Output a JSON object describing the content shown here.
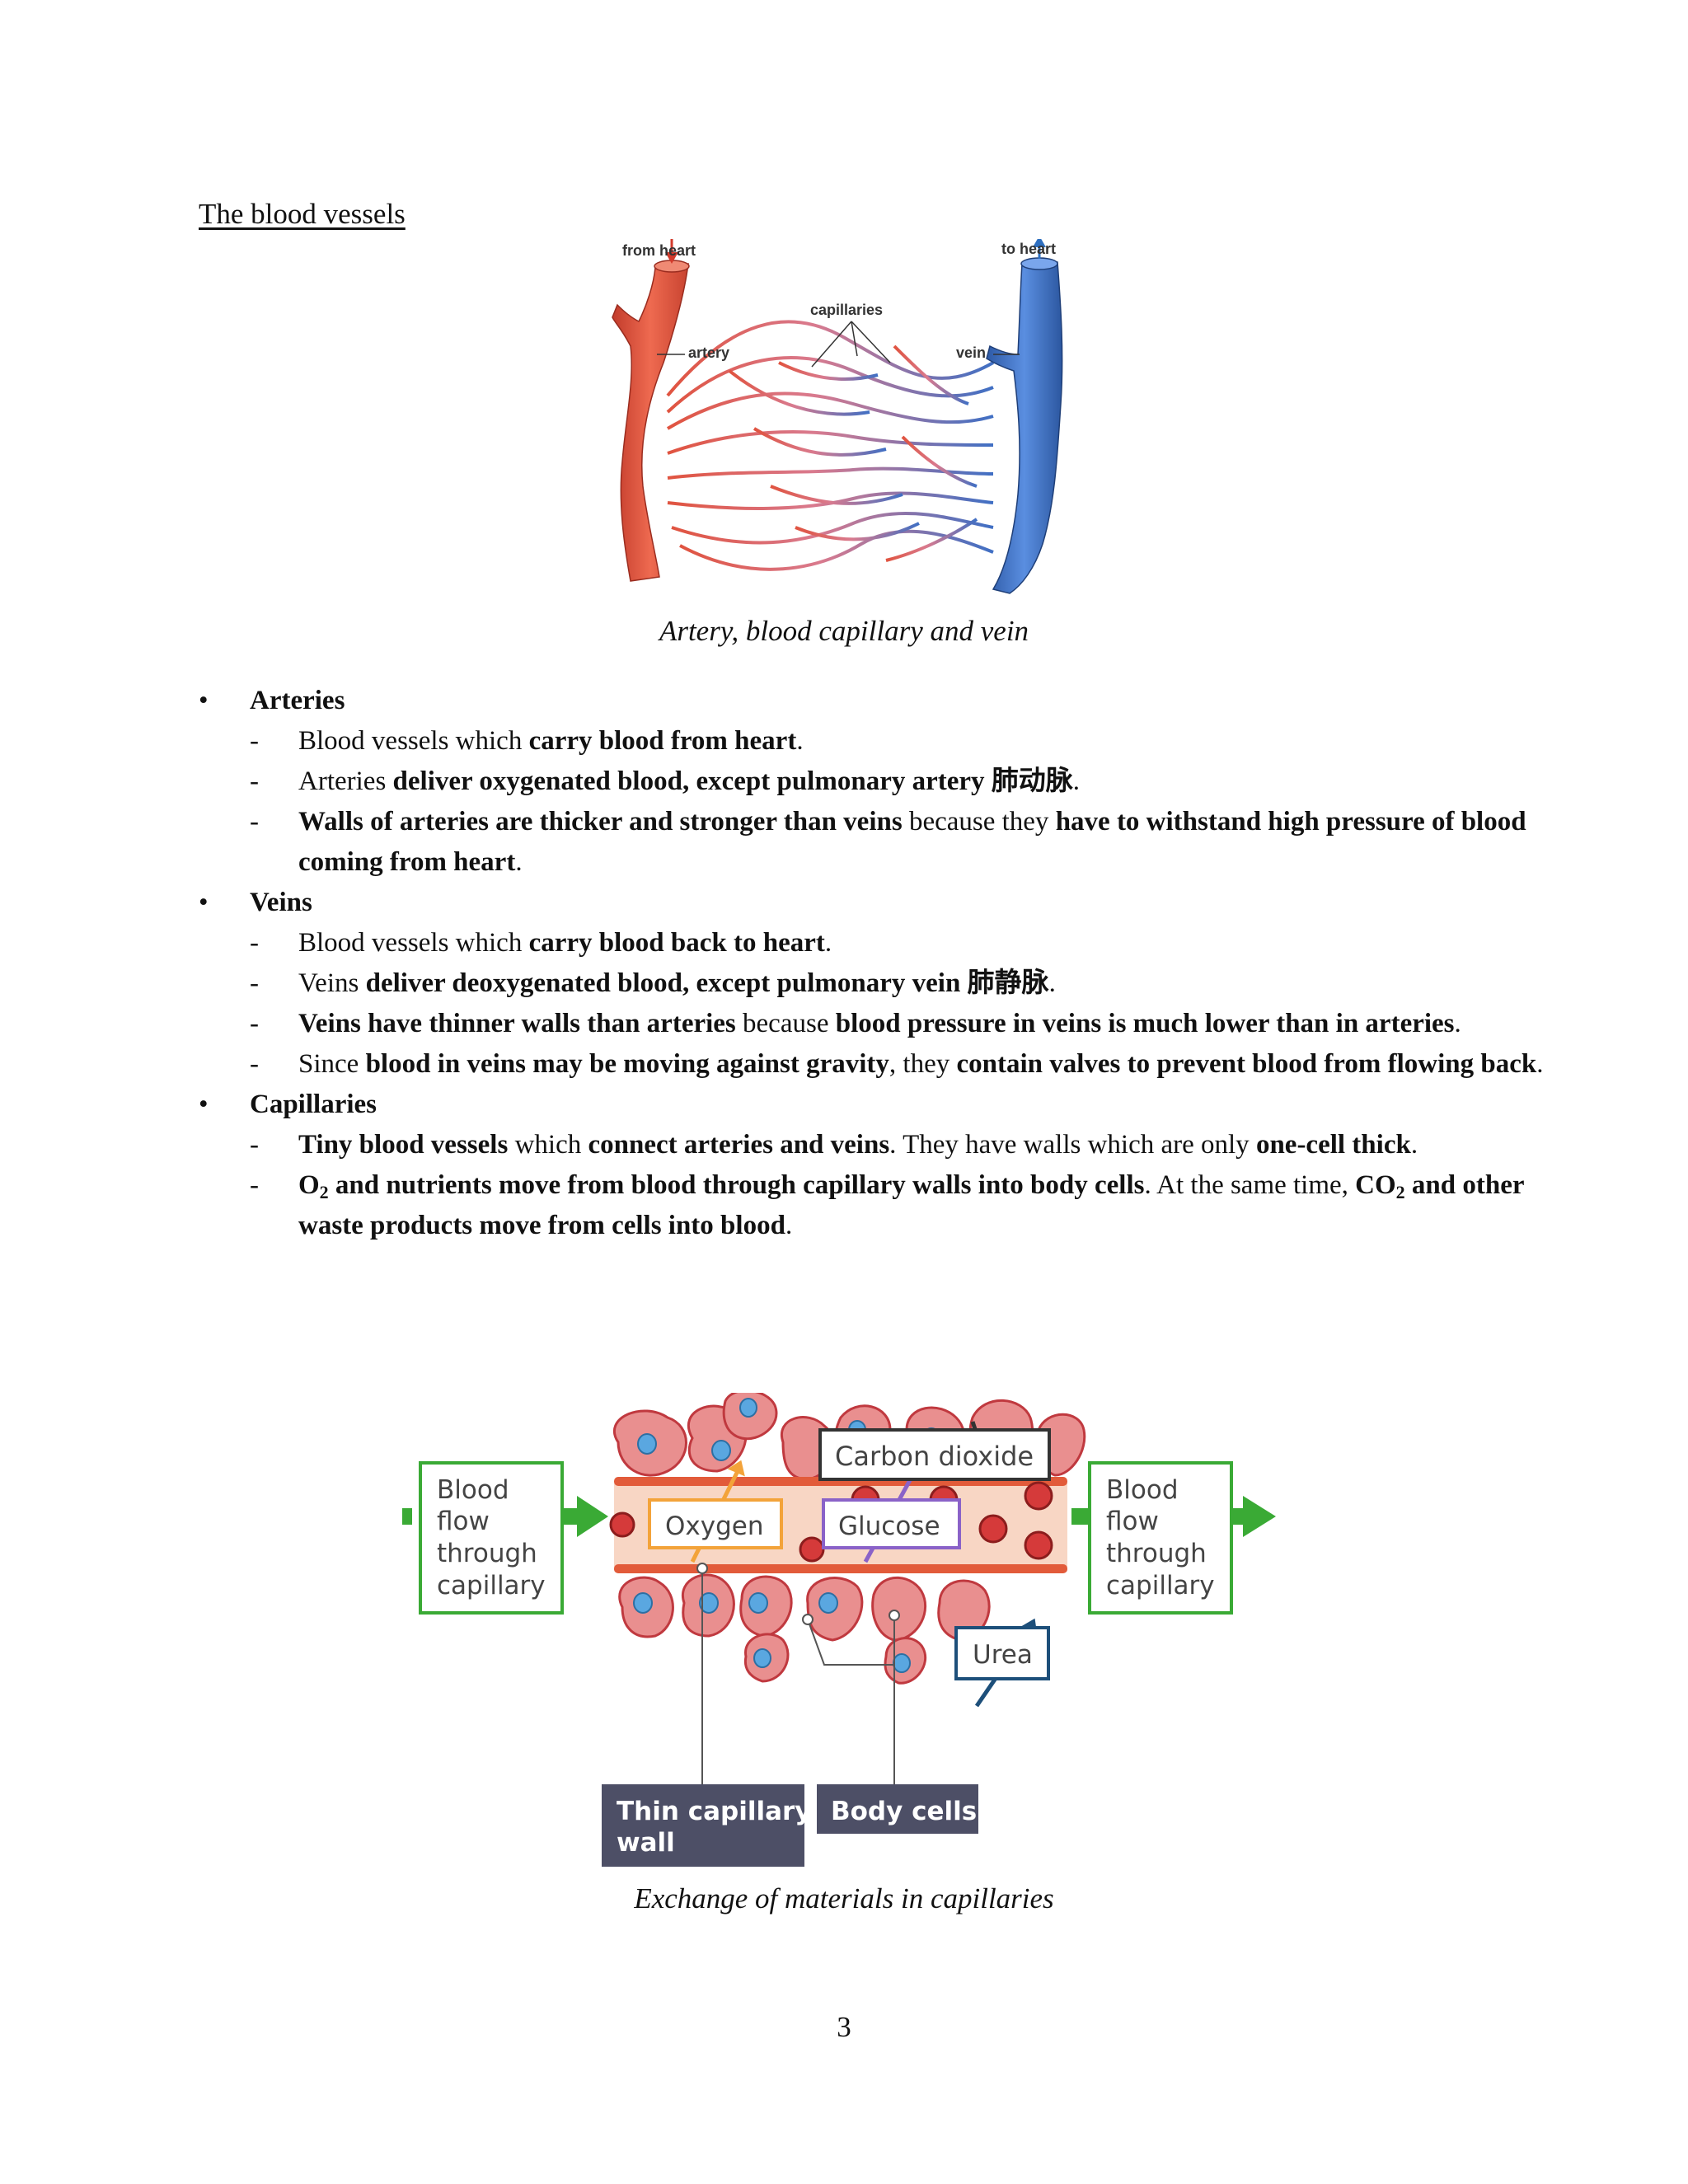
{
  "page_title": "The blood vessels",
  "figure1": {
    "labels": {
      "from_heart": "from heart",
      "to_heart": "to heart",
      "capillaries": "capillaries",
      "artery": "artery",
      "vein": "vein"
    },
    "caption": "Artery, blood capillary and vein"
  },
  "sections": [
    {
      "heading": "Arteries",
      "items": [
        {
          "segments": [
            {
              "t": "Blood vessels which "
            },
            {
              "t": "carry blood from heart",
              "b": true
            },
            {
              "t": "."
            }
          ]
        },
        {
          "segments": [
            {
              "t": "Arteries "
            },
            {
              "t": "deliver oxygenated blood, except pulmonary artery 肺动脉",
              "b": true
            },
            {
              "t": "."
            }
          ]
        },
        {
          "segments": [
            {
              "t": "Walls of arteries are thicker and stronger than veins",
              "b": true
            },
            {
              "t": " because they "
            },
            {
              "t": "have to withstand high pressure of blood coming from heart",
              "b": true
            },
            {
              "t": "."
            }
          ]
        }
      ]
    },
    {
      "heading": "Veins",
      "items": [
        {
          "segments": [
            {
              "t": "Blood vessels which "
            },
            {
              "t": "carry blood back to heart",
              "b": true
            },
            {
              "t": "."
            }
          ]
        },
        {
          "segments": [
            {
              "t": "Veins "
            },
            {
              "t": "deliver deoxygenated blood, except pulmonary vein 肺静脉",
              "b": true
            },
            {
              "t": "."
            }
          ]
        },
        {
          "segments": [
            {
              "t": "Veins have thinner walls than arteries",
              "b": true
            },
            {
              "t": " because "
            },
            {
              "t": "blood pressure in veins is much lower than in arteries",
              "b": true
            },
            {
              "t": "."
            }
          ]
        },
        {
          "segments": [
            {
              "t": "Since "
            },
            {
              "t": "blood in veins may be moving against gravity",
              "b": true
            },
            {
              "t": ", they "
            },
            {
              "t": "contain valves to prevent blood from flowing back",
              "b": true
            },
            {
              "t": "."
            }
          ]
        }
      ]
    },
    {
      "heading": "Capillaries",
      "items": [
        {
          "segments": [
            {
              "t": "Tiny blood vessels",
              "b": true
            },
            {
              "t": " which "
            },
            {
              "t": "connect arteries and veins",
              "b": true
            },
            {
              "t": ". They have walls which are only "
            },
            {
              "t": "one-cell thick",
              "b": true
            },
            {
              "t": "."
            }
          ]
        },
        {
          "segments": [
            {
              "t": "O",
              "b": true
            },
            {
              "t": "2",
              "b": true,
              "sub": true
            },
            {
              "t": " and nutrients move from blood through capillary walls into body cells",
              "b": true
            },
            {
              "t": ". At the same time, "
            },
            {
              "t": "CO",
              "b": true
            },
            {
              "t": "2",
              "b": true,
              "sub": true
            },
            {
              "t": " and other waste products move from cells into blood",
              "b": true
            },
            {
              "t": "."
            }
          ]
        }
      ]
    }
  ],
  "figure2": {
    "labels": {
      "carbon_dioxide": "Carbon dioxide",
      "oxygen": "Oxygen",
      "glucose": "Glucose",
      "urea": "Urea",
      "flow_left": [
        "Blood",
        "flow",
        "through",
        "capillary"
      ],
      "flow_right": [
        "Blood",
        "flow",
        "through",
        "capillary"
      ],
      "thin_wall": [
        "Thin capillary",
        "wall"
      ],
      "body_cells": "Body cells"
    },
    "caption": "Exchange of materials in capillaries"
  },
  "page_number": "3",
  "colors": {
    "artery_red": "#e0533f",
    "vein_blue": "#3f6fc4",
    "flow_green": "#3aaa35",
    "oxygen_orange": "#f3a33a",
    "glucose_purple": "#8a62c8",
    "urea_navy": "#1d4f7a",
    "label_dark": "#4d4f66"
  }
}
